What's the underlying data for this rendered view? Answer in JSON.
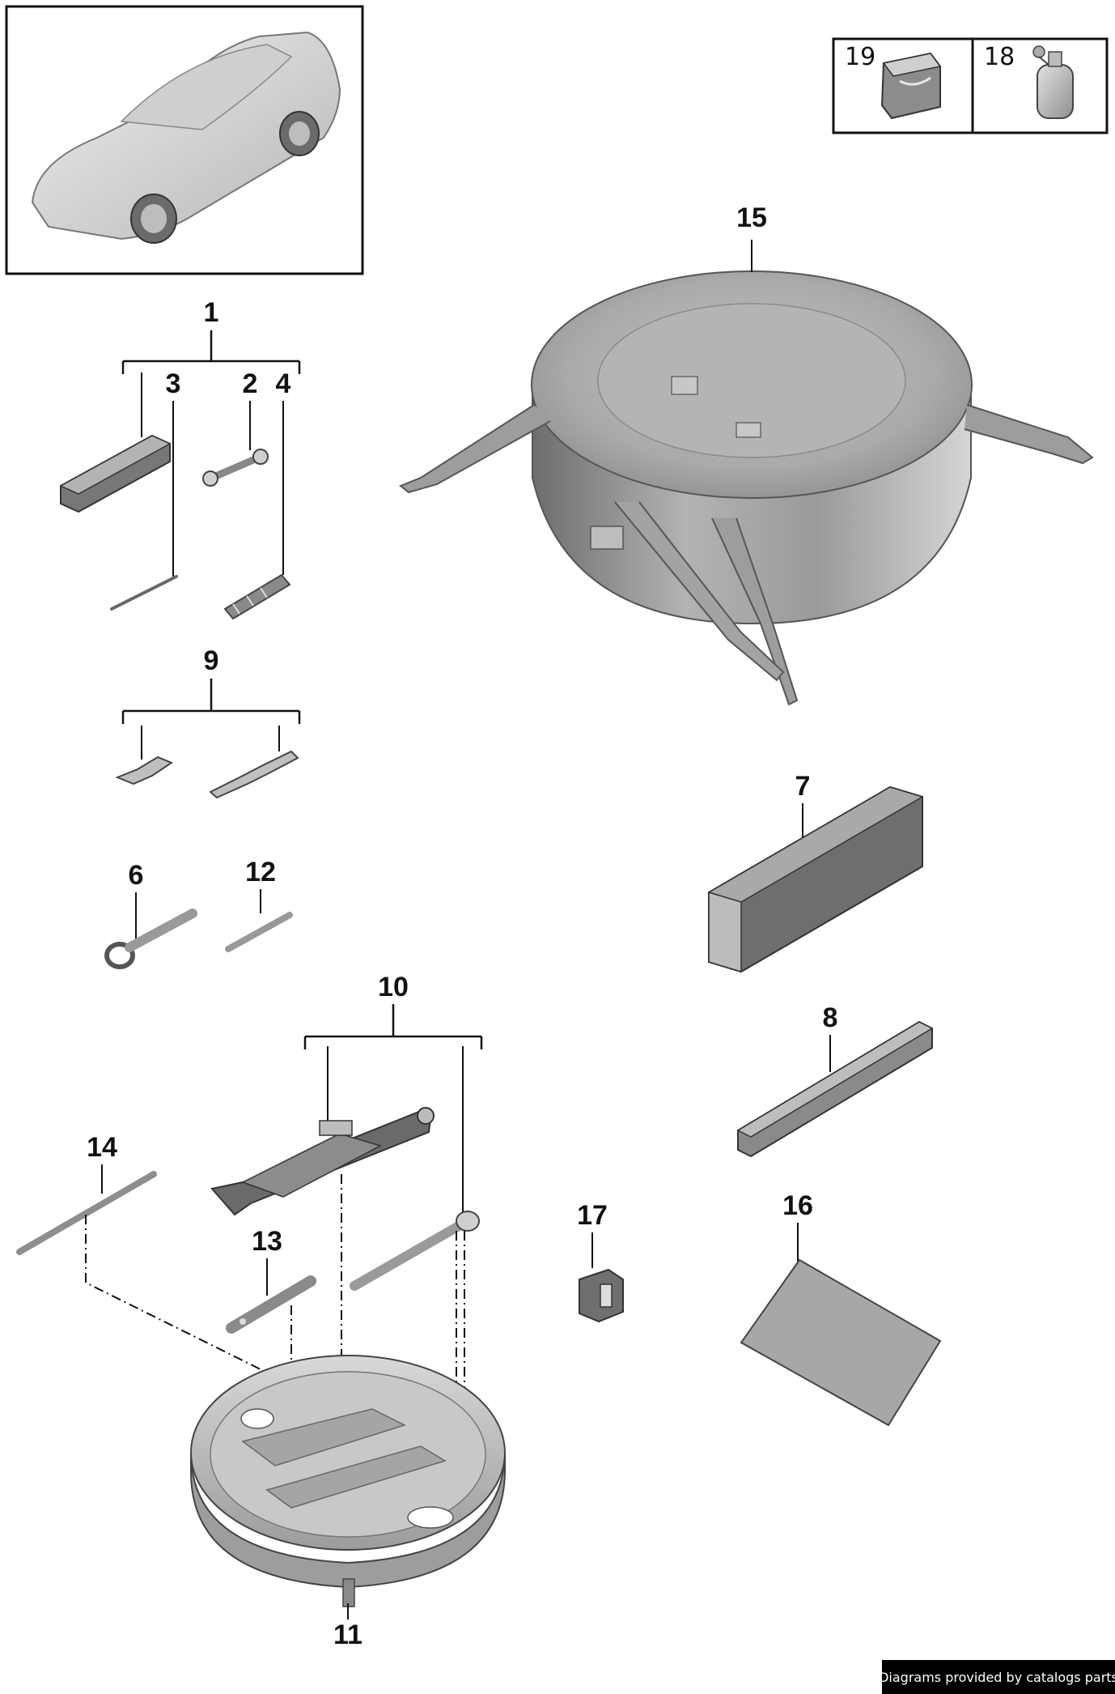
{
  "diagram": {
    "part_numbers": {
      "p1": "1",
      "p2": "2",
      "p3": "3",
      "p4": "4",
      "p6": "6",
      "p7": "7",
      "p8": "8",
      "p9": "9",
      "p10": "10",
      "p11": "11",
      "p12": "12",
      "p13": "13",
      "p14": "14",
      "p15": "15",
      "p16": "16",
      "p17": "17",
      "p18": "18",
      "p19": "19"
    }
  },
  "footer": {
    "credit": "Diagrams provided by catalogs parts"
  },
  "colors": {
    "line": "#111111",
    "part_light": "#d9d9d9",
    "part_mid": "#a8a8a8",
    "part_dark": "#6e6e6e",
    "footer_bg": "#000000",
    "footer_text": "#ffffff"
  }
}
